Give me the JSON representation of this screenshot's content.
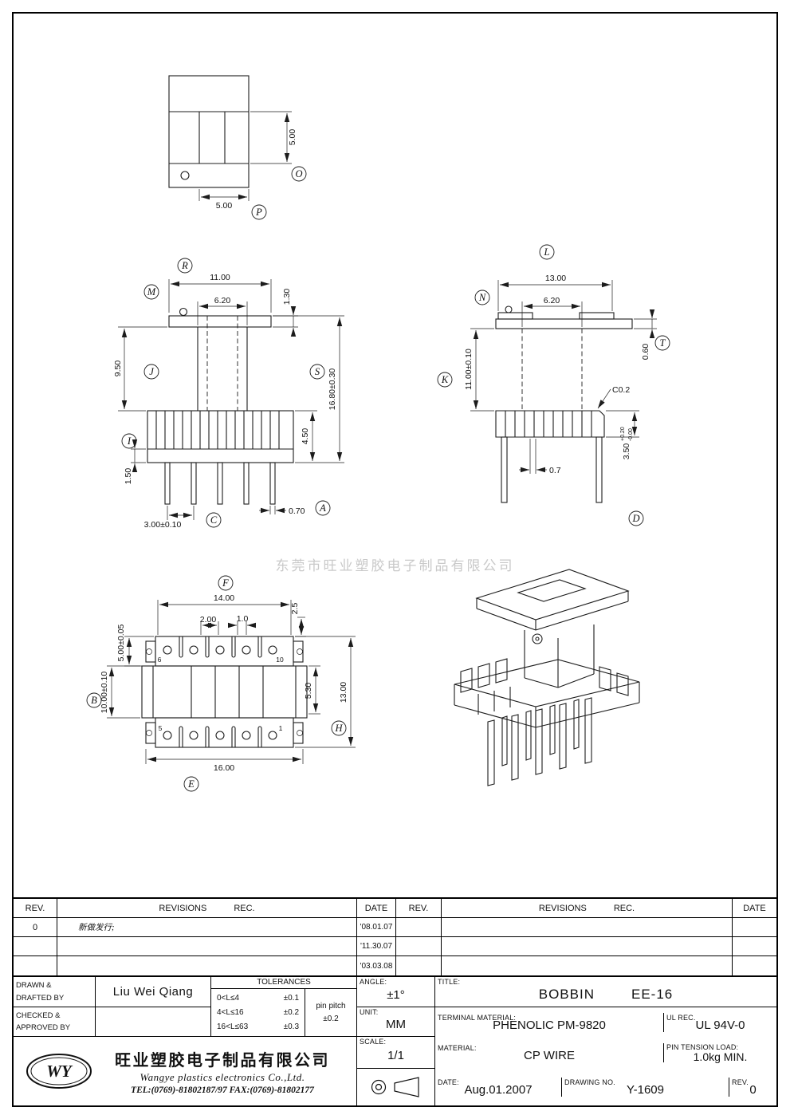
{
  "watermark": "东莞市旺业塑胶电子制品有限公司",
  "views": {
    "detail": {
      "dims": {
        "h": "5.00",
        "w": "5.00"
      },
      "balloons": {
        "o": "O",
        "p": "P"
      }
    },
    "front": {
      "dims": {
        "flange_w": "11.00",
        "core_w": "6.20",
        "flange_t": "1.30",
        "window_h": "9.50",
        "total_h": "16.80±0.30",
        "base_h": "4.50",
        "seat_h": "1.50",
        "pin_w": "0.70",
        "pin_pitch": "3.00±0.10"
      },
      "balloons": {
        "r": "R",
        "m": "M",
        "j": "J",
        "i": "I",
        "s": "S",
        "a": "A",
        "c": "C"
      }
    },
    "side": {
      "dims": {
        "flange_w": "13.00",
        "core_w": "6.20",
        "flange_t": "0.60",
        "body_h": "11.00±0.10",
        "chamfer": "C0.2",
        "base_h": "3.50",
        "base_h_plus": "+0.20",
        "base_h_minus": "-0.00",
        "slot_w": "0.7"
      },
      "balloons": {
        "l": "L",
        "n": "N",
        "t": "T",
        "k": "K",
        "d": "D"
      }
    },
    "plan": {
      "dims": {
        "rail_w": "14.00",
        "ear": "2.5",
        "pad_w": "2.00",
        "slot": "1.0",
        "rail_h": "5.00±0.05",
        "body_h": "10.00±0.10",
        "core_h": "5.30",
        "overall_h": "13.00",
        "overall_w": "16.00"
      },
      "pins": {
        "p6": "6",
        "p10": "10",
        "p5": "5",
        "p1": "1"
      },
      "balloons": {
        "f": "F",
        "b": "B",
        "e": "E",
        "h": "H"
      }
    }
  },
  "revisions": {
    "headers": {
      "rev": "REV.",
      "revisions": "REVISIONS",
      "rec": "REC.",
      "date": "DATE"
    },
    "rows": [
      {
        "rev": "0",
        "desc": "新做发行;",
        "date": "'08.01.07"
      },
      {
        "rev": "",
        "desc": "",
        "date": "'11.30.07"
      },
      {
        "rev": "",
        "desc": "",
        "date": "'03.03.08"
      }
    ]
  },
  "titleblock": {
    "drawn_label_1": "DRAWN &",
    "drawn_label_2": "DRAFTED BY",
    "drawn_value": "Liu Wei Qiang",
    "checked_label_1": "CHECKED &",
    "checked_label_2": "APPROVED BY",
    "checked_value": "",
    "tolerances": {
      "title": "TOLERANCES",
      "rows": [
        {
          "range": "0<L≤4",
          "tol": "±0.1"
        },
        {
          "range": "4<L≤16",
          "tol": "±0.2"
        },
        {
          "range": "16<L≤63",
          "tol": "±0.3"
        }
      ],
      "pin_pitch_label": "pin pitch",
      "pin_pitch_value": "±0.2"
    },
    "angle_label": "ANGLE:",
    "angle_value": "±1°",
    "unit_label": "UNIT:",
    "unit_value": "MM",
    "scale_label": "SCALE:",
    "scale_value": "1/1",
    "title_label": "TITLE:",
    "title_product": "BOBBIN",
    "title_model": "EE-16",
    "terminal_label": "TERMINAL MATERIAL:",
    "terminal_value": "PHENOLIC PM-9820",
    "ul_label": "UL REC.",
    "ul_value": "UL 94V-0",
    "material_label": "MATERIAL:",
    "material_value": "CP WIRE",
    "pin_tension_label": "PIN TENSION LOAD:",
    "pin_tension_value": "1.0kg MIN.",
    "date_label": "DATE:",
    "date_value": "Aug.01.2007",
    "drawing_no_label": "DRAWING NO.",
    "drawing_no_value": "Y-1609",
    "rev_label": "REV.",
    "rev_value": "0",
    "company": {
      "logo": "WY",
      "name_cn": "旺业塑胶电子制品有限公司",
      "name_en": "Wangye plastics electronics Co.,Ltd.",
      "tel": "TEL:(0769)-81802187/97   FAX:(0769)-81802177"
    }
  }
}
